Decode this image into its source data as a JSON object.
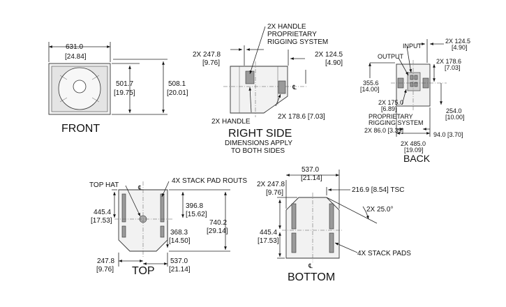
{
  "front": {
    "title": "FRONT",
    "width_mm": "631.0",
    "width_in": "[24.84]",
    "h1_mm": "501.7",
    "h1_in": "[19.75]",
    "h2_mm": "508.1",
    "h2_in": "[20.01]"
  },
  "right_side": {
    "title": "RIGHT SIDE",
    "note_line1": "DIMENSIONS APPLY",
    "note_line2": "TO BOTH SIDES",
    "handle_prop_l1": "2X HANDLE",
    "handle_prop_l2": "PROPRIETARY",
    "handle_prop_l3": "RIGGING SYSTEM",
    "d1_mm": "2X 247.8",
    "d1_in": "[9.76]",
    "d2_mm": "2X 124.5",
    "d2_in": "[4.90]",
    "handle": "2X HANDLE",
    "d3": "2X 178.6  [7.03]"
  },
  "back": {
    "title": "BACK",
    "input": "INPUT",
    "output": "OUTPUT",
    "d_top_mm": "2X 124.5",
    "d_top_in": "[4.90]",
    "d_r_mm": "2X 178.6",
    "d_r_in": "[7.03]",
    "d_l_mm": "355.6",
    "d_l_in": "[14.00]",
    "d_mid_mm": "2X 175.0",
    "d_mid_in": "[6.89]",
    "d_254_mm": "254.0",
    "d_254_in": "[10.00]",
    "prop_l1": "PROPRIETARY",
    "prop_l2": "RIGGING SYSTEM",
    "d_86": "2X 86.0  [3.39]",
    "d_94": "94.0  [3.70]",
    "d_485_mm": "2X 485.0",
    "d_485_in": "[19.09]"
  },
  "top": {
    "title": "TOP",
    "top_hat": "TOP HAT",
    "stack_routs": "4X STACK PAD ROUTS",
    "d_445_mm": "445.4",
    "d_445_in": "[17.53]",
    "d_396_mm": "396.8",
    "d_396_in": "[15.62]",
    "d_740_mm": "740.2",
    "d_740_in": "[29.14]",
    "d_368_mm": "368.3",
    "d_368_in": "[14.50]",
    "d_247_mm": "247.8",
    "d_247_in": "[9.76]",
    "d_537_mm": "537.0",
    "d_537_in": "[21.14]"
  },
  "bottom": {
    "title": "BOTTOM",
    "d_537_mm": "537.0",
    "d_537_in": "[21.14]",
    "d_247_mm": "2X 247.8",
    "d_247_in": "[9.76]",
    "d_216": "216.9  [8.54] TSC",
    "angle": "2X 25.0°",
    "d_445_mm": "445.4",
    "d_445_in": "[17.53]",
    "stack_pads": "4X STACK PADS"
  }
}
